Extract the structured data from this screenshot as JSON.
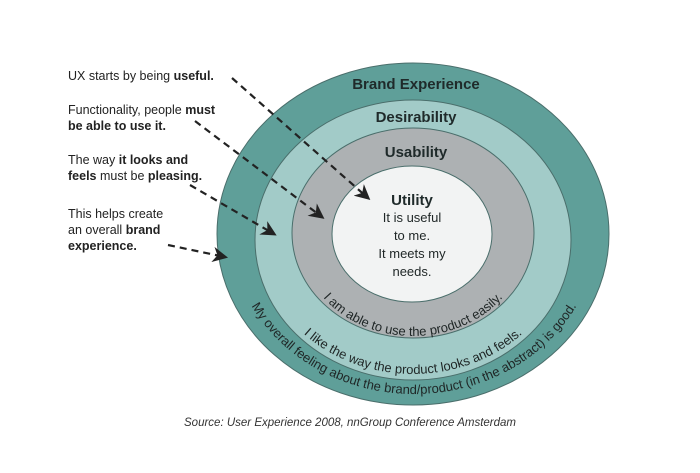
{
  "diagram": {
    "rings": [
      {
        "id": "brand-experience",
        "title": "Brand Experience",
        "caption": "My overall feeling about the brand/product (in the abstract) is good.",
        "color": "#5f9f99"
      },
      {
        "id": "desirability",
        "title": "Desirability",
        "caption": "I like the way the product looks and feels.",
        "color": "#a2cbc8"
      },
      {
        "id": "usability",
        "title": "Usability",
        "caption": "I am able to use the product easily.",
        "color": "#adb1b3"
      },
      {
        "id": "utility",
        "title": "Utility",
        "lines": [
          "It is useful",
          "to me.",
          "It meets my",
          "needs."
        ],
        "color": "#f2f3f3"
      }
    ],
    "annotations": [
      {
        "target": "utility",
        "parts": [
          {
            "t": "UX starts by being ",
            "b": false
          },
          {
            "t": "useful.",
            "b": true
          }
        ]
      },
      {
        "target": "usability",
        "parts": [
          {
            "t": "Functionality, people ",
            "b": false
          },
          {
            "t": "must be able to use it.",
            "b": true
          }
        ]
      },
      {
        "target": "desirability",
        "parts": [
          {
            "t": "The way ",
            "b": false
          },
          {
            "t": "it looks and feels",
            "b": true
          },
          {
            "t": " must be ",
            "b": false
          },
          {
            "t": "pleasing.",
            "b": true
          }
        ]
      },
      {
        "target": "brand-experience",
        "parts": [
          {
            "t": "This helps create an overall ",
            "b": false
          },
          {
            "t": "brand experience.",
            "b": true
          }
        ]
      }
    ],
    "source": "Source: User Experience 2008, nnGroup Conference Amsterdam",
    "stroke_color": "#4a6e6b",
    "arrow_color": "#222222"
  }
}
